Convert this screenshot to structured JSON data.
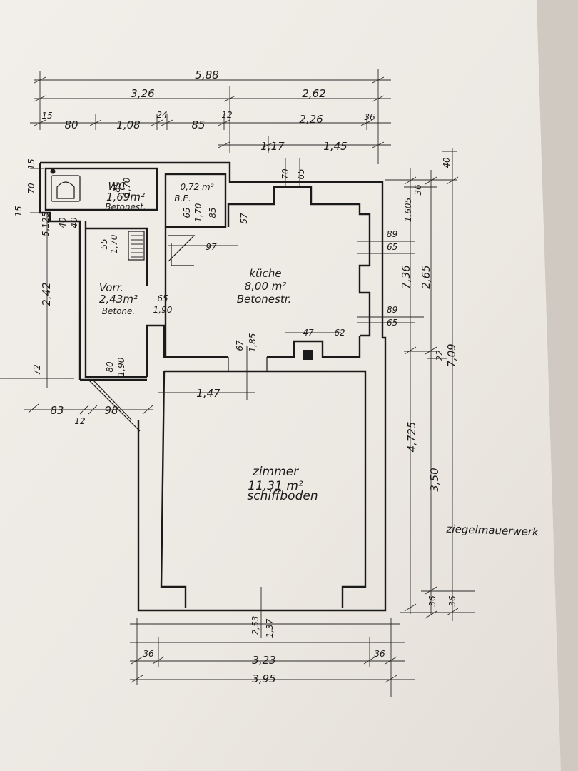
{
  "dimensions": {
    "top_total": "5,88",
    "top_left": "3,26",
    "top_right": "2,62",
    "row3": [
      "15",
      "80",
      "1,08",
      "24",
      "85",
      "12",
      "2,26",
      "36"
    ],
    "row4": [
      "1,17",
      "1,45"
    ],
    "chimney": [
      "70",
      "65"
    ],
    "right_outer": [
      "36",
      "1,605",
      "7,36",
      "2,65",
      "89",
      "65",
      "89",
      "65",
      "22",
      "7,09",
      "40"
    ],
    "right_lower": [
      "4,725",
      "3,50",
      "36",
      "36"
    ],
    "left_side": [
      "15",
      "70",
      "15",
      "5,125",
      "40",
      "40",
      "2,42",
      "72",
      "83",
      "12",
      "98"
    ],
    "wc_door": [
      "85",
      "1,70"
    ],
    "be_door": [
      "65",
      "1,70",
      "85"
    ],
    "kitchen_door": [
      "57",
      "97"
    ],
    "vorr": [
      "55",
      "1,70",
      "65",
      "1,90",
      "80",
      "1,90"
    ],
    "kitchen_bottom": [
      "67",
      "1,85",
      "47",
      "62"
    ],
    "zimmer_width": "1,47",
    "bottom": [
      "2,53",
      "1,37",
      "36",
      "3,23",
      "36",
      "3,95"
    ]
  },
  "rooms": {
    "wc": {
      "name": "WC",
      "area": "1,69m²",
      "floor": "Betonest."
    },
    "be": {
      "area": "0,72 m²",
      "code": "B.E."
    },
    "kueche": {
      "name": "küche",
      "area": "8,00 m²",
      "floor": "Betonestr."
    },
    "vorr": {
      "name": "Vorr.",
      "area": "2,43m²",
      "floor": "Betone."
    },
    "zimmer": {
      "name": "zimmer",
      "area": "11,31 m²",
      "floor": "schiffboden"
    }
  },
  "notes": {
    "wall_material": "ziegelmauerwerk"
  }
}
